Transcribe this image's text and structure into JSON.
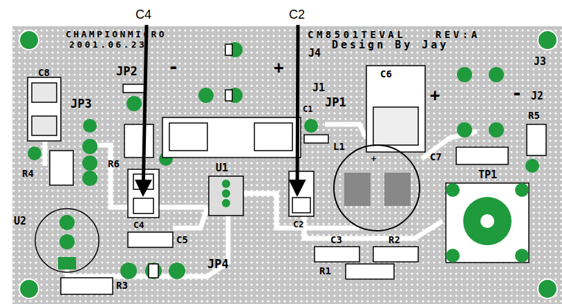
{
  "diagram": {
    "labels": [
      "C4",
      "C2",
      "CHAMPIONMICRO",
      "2001.06.23",
      "CM8501TEVAL",
      "REV:A",
      "Design By Jay",
      "J4",
      "-",
      "+",
      "JP2",
      "C8",
      "J3",
      "JP3",
      "J1",
      "C1",
      "JP1",
      "C6",
      "+",
      "-",
      "J2",
      "R5",
      "L1",
      "C7",
      "R6",
      "R4",
      "U1",
      "+",
      "TP1",
      "U2",
      "C4",
      "C5",
      "C2",
      "C3",
      "R2",
      "R1",
      "JP4",
      "R3"
    ]
  }
}
